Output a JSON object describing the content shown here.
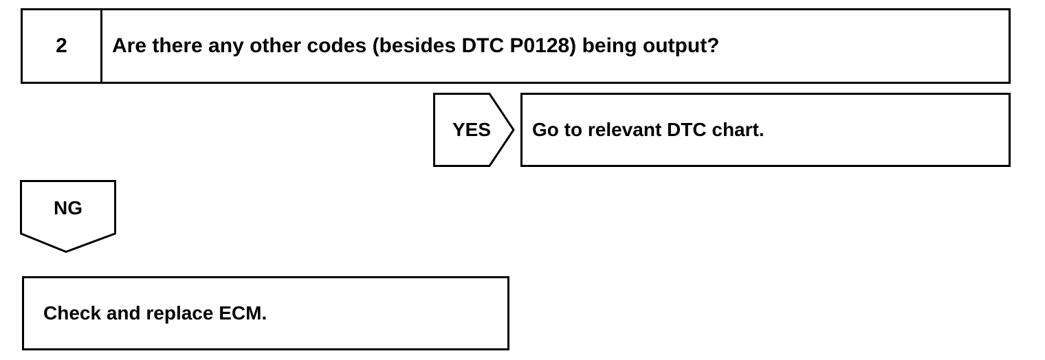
{
  "step": {
    "number": "2",
    "question": "Are there any other codes (besides DTC P0128) being output?"
  },
  "yes_branch": {
    "label": "YES",
    "result": "Go to relevant DTC chart."
  },
  "ng_branch": {
    "label": "NG",
    "result": "Check and replace ECM."
  },
  "colors": {
    "line": "#000000",
    "background": "#ffffff"
  }
}
